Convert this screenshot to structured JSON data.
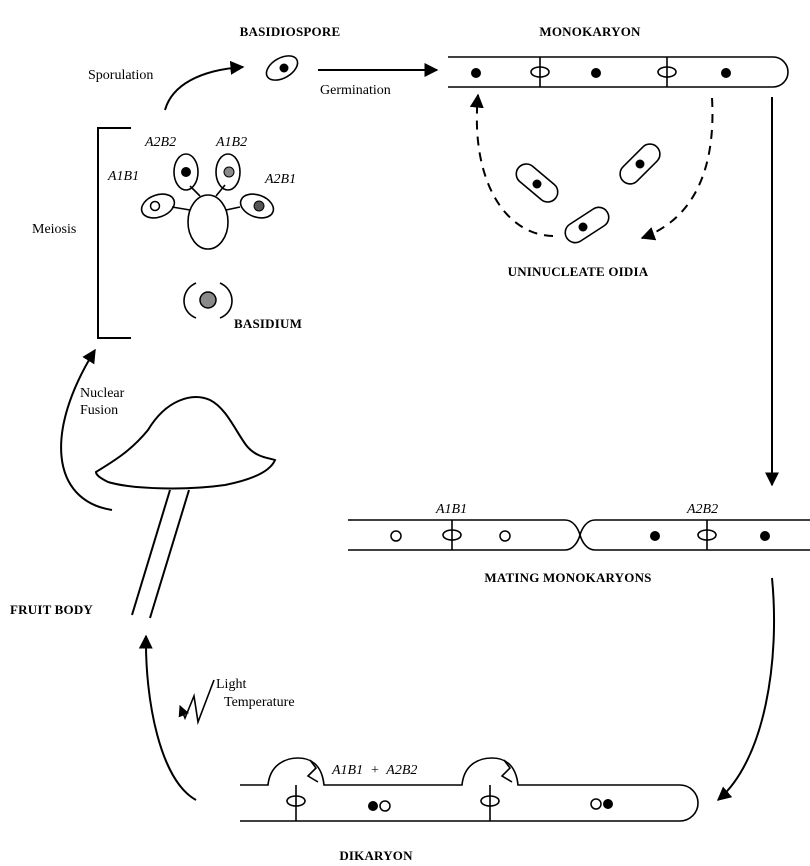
{
  "labels": {
    "basidiospore": "BASIDIOSPORE",
    "monokaryon": "MONOKARYON",
    "sporulation": "Sporulation",
    "germination": "Germination",
    "uninucleate_oidia": "UNINUCLEATE OIDIA",
    "meiosis": "Meiosis",
    "basidium": "BASIDIUM",
    "nuclear_fusion_1": "Nuclear",
    "nuclear_fusion_2": "Fusion",
    "fruit_body": "FRUIT BODY",
    "mating_monokaryons": "MATING MONOKARYONS",
    "light": "Light",
    "temperature": "Temperature",
    "dikaryon": "DIKARYON",
    "dikaryon_mating": "A1B1  +  A2B2"
  },
  "genotypes": {
    "spore_a1b1": "A1B1",
    "spore_a2b2": "A2B2",
    "spore_a1b2": "A1B2",
    "spore_a2b1": "A2B1",
    "mate_left": "A1B1",
    "mate_right": "A2B2"
  },
  "colors": {
    "line": "#000000",
    "nucleus_grey": "#8a8a8a",
    "background": "#ffffff"
  }
}
